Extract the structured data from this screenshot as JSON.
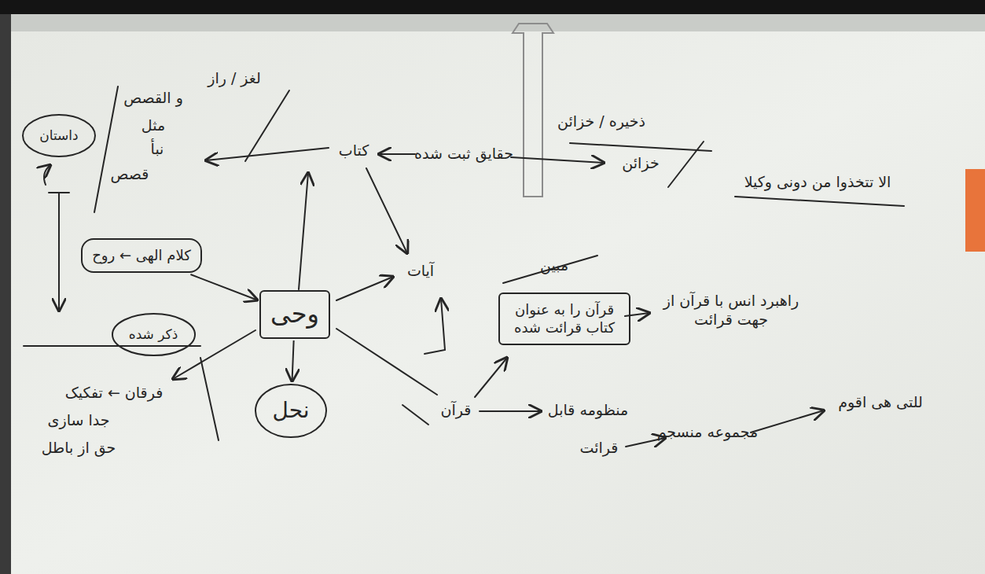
{
  "diagram": {
    "nodes": [
      {
        "text": [
          "داستان"
        ]
      },
      {
        "text": [
          "کلام الهی ← روح"
        ]
      },
      {
        "text": [
          "وحی"
        ]
      },
      {
        "text": [
          "قرآن را به عنوان کتاب قرائت شده"
        ]
      },
      {
        "text": [
          "ذکر شده"
        ]
      },
      {
        "text": [
          "نحل"
        ]
      }
    ],
    "edges": [
      {
        "from": 1,
        "to": 2,
        "arrow": "to"
      },
      {
        "from": 2,
        "to": 5,
        "arrow": "to"
      }
    ],
    "labels": [
      "و القصص",
      "مثل",
      "نبأ",
      "قصص",
      "لغز / راز",
      "کتاب",
      "حقایق ثبت شده",
      "ذخیره / خزائن",
      "خزائن",
      "الا تتخذوا من دونی وکیلا",
      "آیات",
      "مبین",
      "راهبرد انس با قرآن از جهت قرائت",
      "فرقان ← تفکیک",
      "جدا سازی",
      "حق از باطل",
      "قرآن",
      "منظومه قابل",
      "مجموعه منسجم",
      "قرائت",
      "للتی هی اقوم"
    ]
  }
}
